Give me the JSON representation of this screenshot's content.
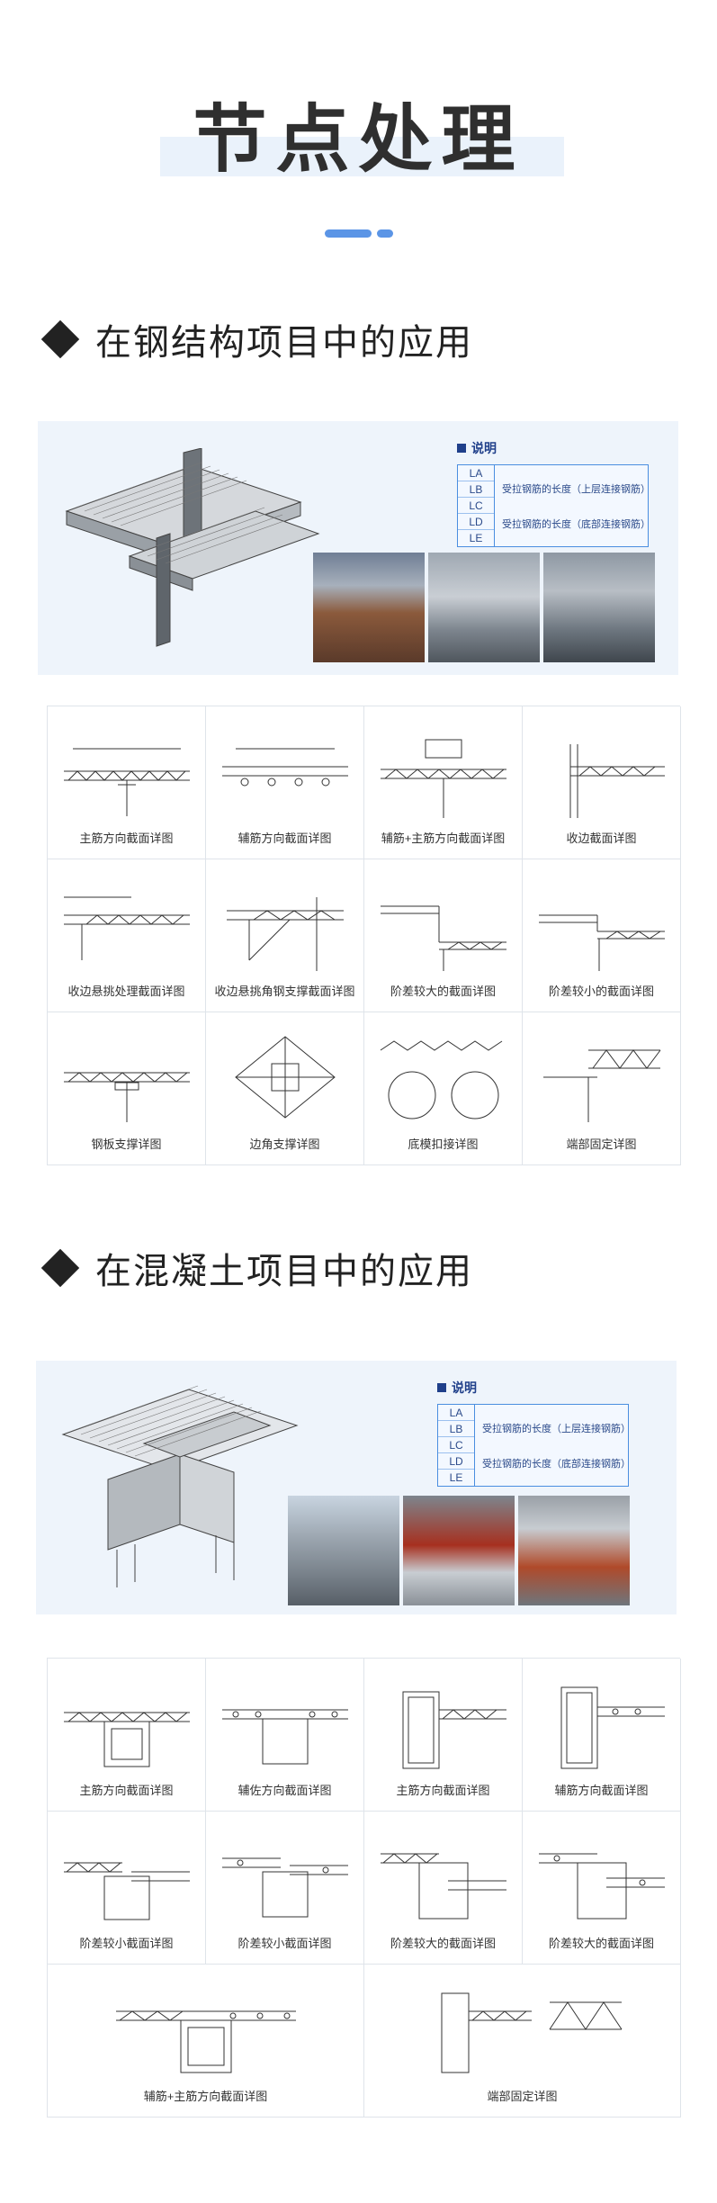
{
  "header": {
    "title": "节点处理"
  },
  "sections": [
    {
      "title": "在钢结构项目中的应用",
      "legend": {
        "heading": "说明",
        "codes": [
          "LA",
          "LB",
          "LC",
          "LD",
          "LE"
        ],
        "descs": [
          "受拉钢筋的长度（上层连接钢筋）",
          "受拉钢筋的长度（底部连接钢筋）"
        ]
      },
      "details": [
        "主筋方向截面详图",
        "辅筋方向截面详图",
        "辅筋+主筋方向截面详图",
        "收边截面详图",
        "收边悬挑处理截面详图",
        "收边悬挑角钢支撑截面详图",
        "阶差较大的截面详图",
        "阶差较小的截面详图",
        "钢板支撑详图",
        "边角支撑详图",
        "底模扣接详图",
        "端部固定详图"
      ]
    },
    {
      "title": "在混凝土项目中的应用",
      "legend": {
        "heading": "说明",
        "codes": [
          "LA",
          "LB",
          "LC",
          "LD",
          "LE"
        ],
        "descs": [
          "受拉钢筋的长度（上层连接钢筋）",
          "受拉钢筋的长度（底部连接钢筋）"
        ]
      },
      "details": [
        "主筋方向截面详图",
        "辅佐方向截面详图",
        "主筋方向截面详图",
        "辅筋方向截面详图",
        "阶差较小截面详图",
        "阶差较小截面详图",
        "阶差较大的截面详图",
        "阶差较大的截面详图",
        "辅筋+主筋方向截面详图",
        "端部固定详图"
      ]
    }
  ]
}
